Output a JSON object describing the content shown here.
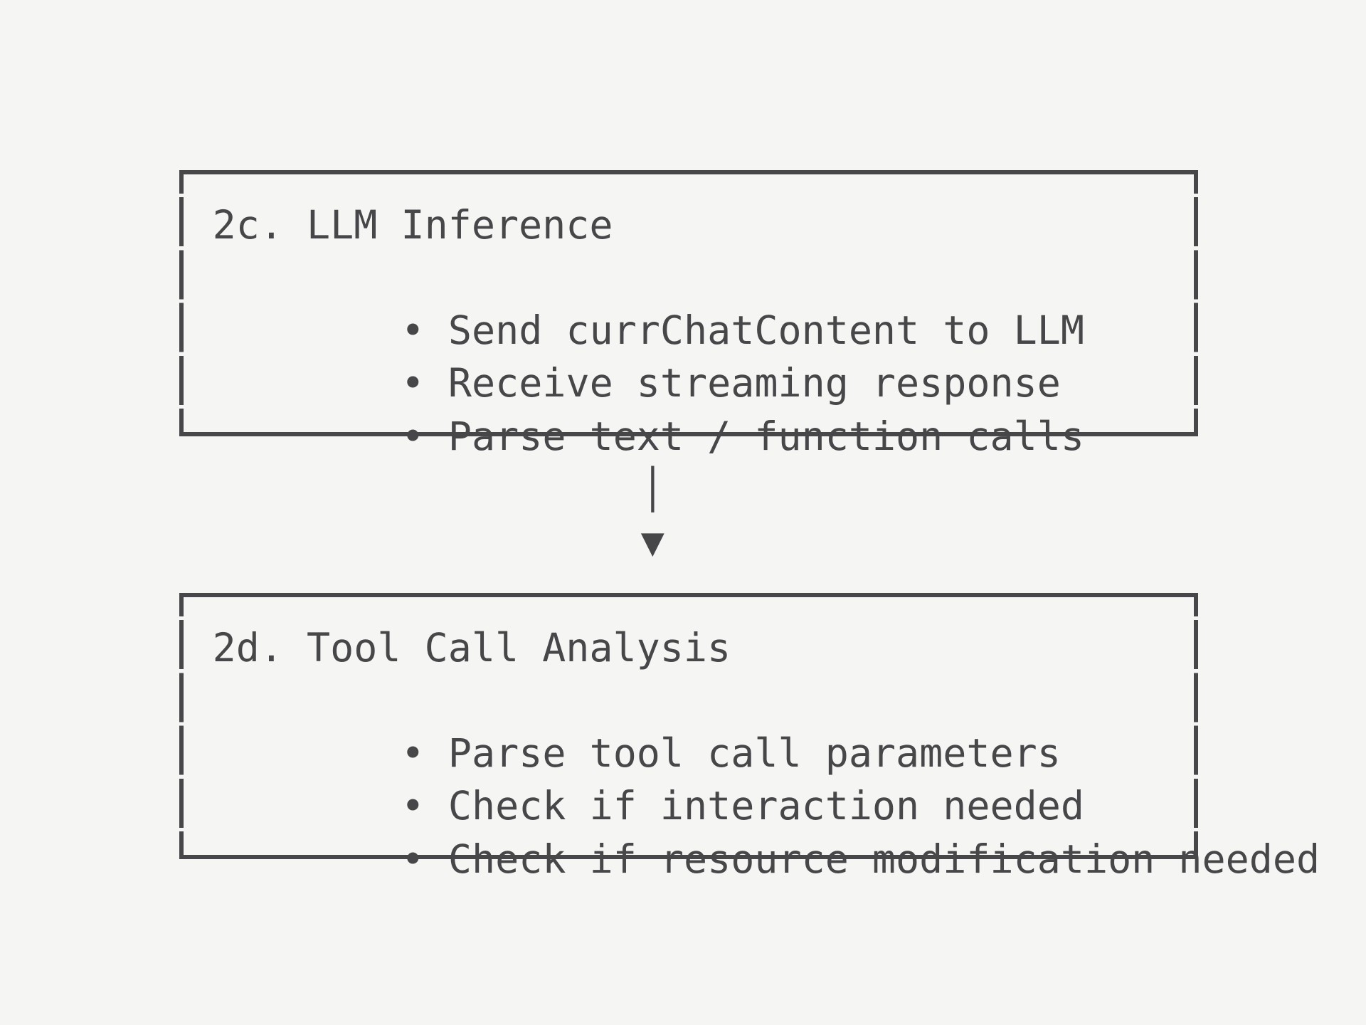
{
  "page": {
    "background_color": "#f5f5f3",
    "ink_color": "#474749"
  },
  "diagram": {
    "bullet_glyph": "•",
    "boxes": [
      {
        "title": "2c. LLM Inference",
        "bullets": [
          "Send currChatContent to LLM",
          "Receive streaming response",
          "Parse text / function calls"
        ]
      },
      {
        "title": "2d. Tool Call Analysis",
        "bullets": [
          "Parse tool call parameters",
          "Check if interaction needed",
          "Check if resource modification needed"
        ]
      }
    ],
    "connector": {
      "shaft": "│",
      "head": "▼"
    }
  }
}
